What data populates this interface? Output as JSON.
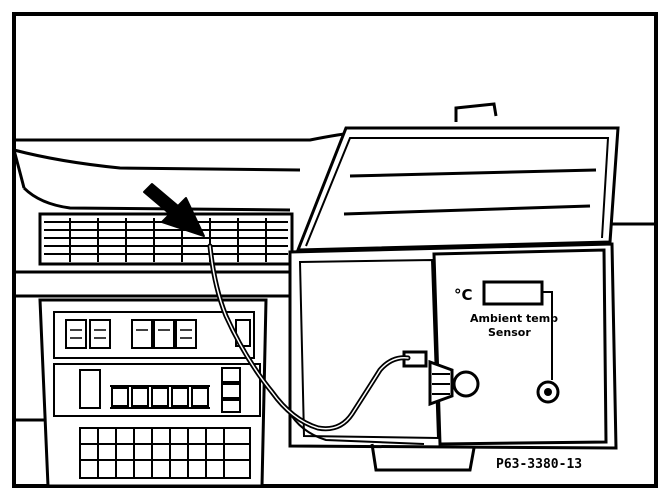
{
  "figure": {
    "unit_label": "°C",
    "instrument_label_line1": "Ambient temp",
    "instrument_label_line2": "Sensor",
    "figure_code": "P63-3380-13"
  },
  "colors": {
    "ink": "#000000",
    "paper": "#ffffff"
  }
}
